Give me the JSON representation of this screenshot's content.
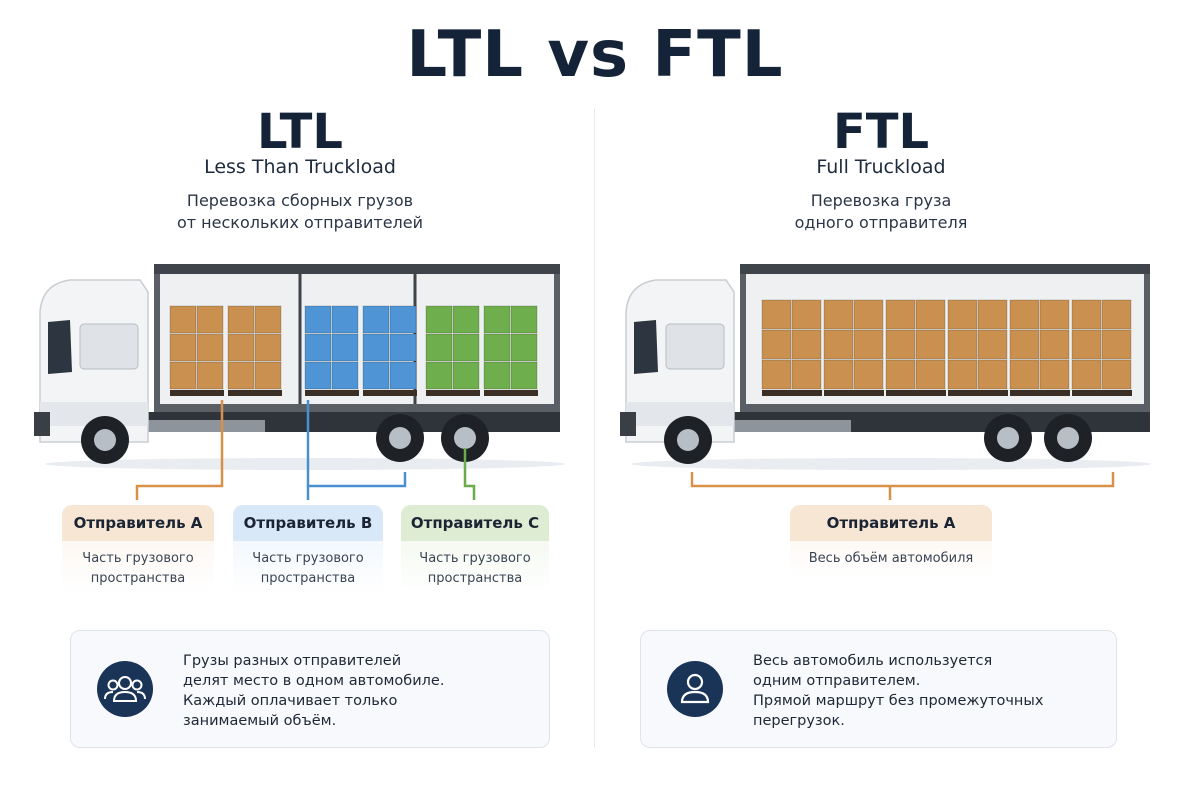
{
  "title": "LTL vs FTL",
  "ltl": {
    "title": "LTL",
    "subtitle": "Less Than Truckload",
    "desc": [
      "Перевозка сборных грузов",
      "от нескольких отправителей"
    ],
    "senders": [
      {
        "name": "Отправитель A",
        "part": [
          "Часть грузового",
          "пространства"
        ],
        "color": "#d9914a"
      },
      {
        "name": "Отправитель B",
        "part": [
          "Часть грузового",
          "пространства"
        ],
        "color": "#4a90d0"
      },
      {
        "name": "Отправитель C",
        "part": [
          "Часть грузового",
          "пространства"
        ],
        "color": "#6aab4a"
      }
    ],
    "info": [
      "Грузы разных отправителей",
      "делят место в одном автомобиле.",
      "Каждый оплачивает только",
      "занимаемый объём."
    ],
    "icon": "users-group-icon"
  },
  "ftl": {
    "title": "FTL",
    "subtitle": "Full Truckload",
    "desc": [
      "Перевозка груза",
      "одного отправителя"
    ],
    "sender": {
      "name": "Отправитель A",
      "part": "Весь объём автомобиля",
      "color": "#d9914a"
    },
    "info": [
      "Весь автомобиль используется",
      "одним отправителем.",
      "Прямой маршрут без промежуточных",
      "перегрузок."
    ],
    "icon": "user-icon"
  },
  "colors": {
    "navy": "#142338",
    "cargo_brown": "#c9904f",
    "cargo_blue": "#4f95d6",
    "cargo_green": "#6fae4c"
  }
}
